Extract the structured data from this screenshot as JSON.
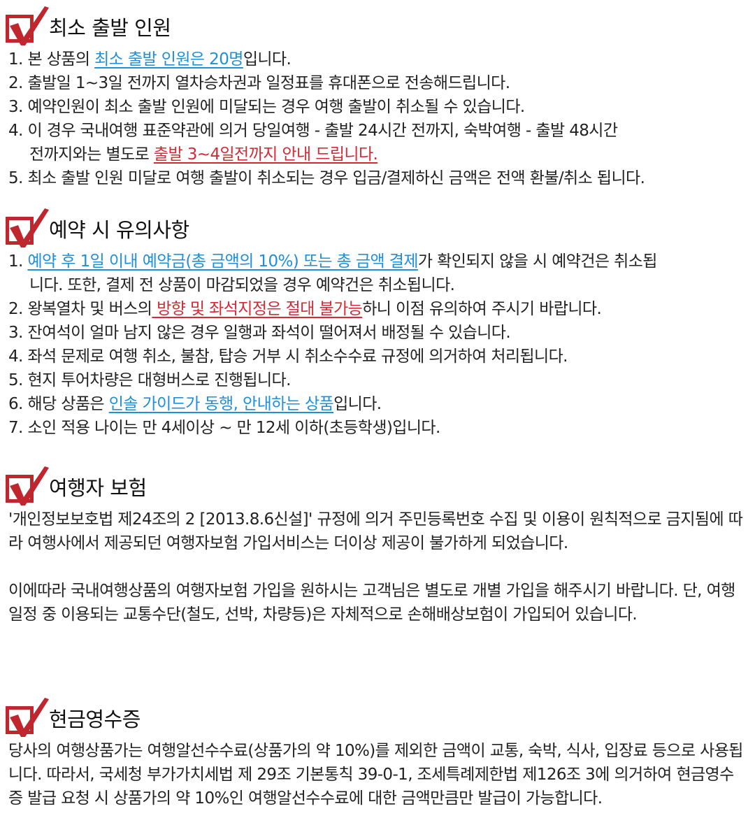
{
  "colors": {
    "accent_red": "#c0262e",
    "link_blue": "#1e8fd8",
    "highlight_red": "#d42a36"
  },
  "sections": [
    {
      "title": "최소 출발 인원",
      "icon": "checkbox-icon",
      "lines": [
        [
          {
            "t": "1. 본 상품의 "
          },
          {
            "t": "최소 출발 인원은 20명",
            "s": "blue"
          },
          {
            "t": "입니다."
          }
        ],
        [
          {
            "t": "2. 출발일 1~3일 전까지 열차승차권과 일정표를 휴대폰으로 전송해드립니다."
          }
        ],
        [
          {
            "t": "3. 예약인원이 최소 출발 인원에 미달되는 경우 여행 출발이 취소될 수 있습니다."
          }
        ],
        [
          {
            "t": "4. 이 경우 국내여행 표준약관에 의거 당일여행 - 출발 24시간 전까지, 숙박여행 - 출발 48시간"
          }
        ],
        [
          {
            "t": "전까지와는 별도로 ",
            "cont": true
          },
          {
            "t": "출발 3~4일전까지 안내 드립니다.",
            "s": "red"
          }
        ],
        [
          {
            "t": "5. 최소 출발 인원 미달로 여행 출발이 취소되는 경우 입금/결제하신 금액은 전액 환불/취소 됩니다."
          }
        ]
      ]
    },
    {
      "title": "예약 시 유의사항",
      "icon": "checkbox-icon",
      "lines": [
        [
          {
            "t": "1. "
          },
          {
            "t": "예약 후 1일 이내 예약금(총 금액의 10%) 또는 총 금액 결제",
            "s": "blue"
          },
          {
            "t": "가 확인되지 않을 시 예약건은 취소됩"
          }
        ],
        [
          {
            "t": "니다. 또한, 결제 전 상품이 마감되었을 경우 예약건은 취소됩니다.",
            "cont": true
          }
        ],
        [
          {
            "t": "2. 왕복열차 및 버스의"
          },
          {
            "t": " 방향 및 좌석지정은 절대 불가능",
            "s": "red"
          },
          {
            "t": "하니 이점 유의하여 주시기 바랍니다."
          }
        ],
        [
          {
            "t": "3. 잔여석이 얼마 남지 않은 경우 일행과 좌석이 떨어져서 배정될 수 있습니다."
          }
        ],
        [
          {
            "t": "4. 좌석 문제로 여행 취소, 불참, 탑승 거부 시 취소수수료 규정에 의거하여 처리됩니다."
          }
        ],
        [
          {
            "t": "5. 현지 투어차량은 대형버스로 진행됩니다."
          }
        ],
        [
          {
            "t": "6. 해당 상품은 "
          },
          {
            "t": "인솔 가이드가 동행, 안내하는 상품",
            "s": "blue"
          },
          {
            "t": "입니다."
          }
        ],
        [
          {
            "t": "7. 소인 적용 나이는 만 4세이상 ~ 만 12세 이하(초등학생)입니다."
          }
        ]
      ]
    },
    {
      "title": "여행자 보험",
      "icon": "checkbox-icon",
      "paragraphs": [
        "'개인정보보호법 제24조의 2 [2013.8.6신설]' 규정에 의거 주민등록번호 수집 및 이용이 원칙적으로 금지됨에 따라 여행사에서 제공되던 여행자보험 가입서비스는 더이상 제공이 불가하게 되었습니다.",
        "이에따라 국내여행상품의 여행자보험 가입을 원하시는 고객님은 별도로 개별 가입을 해주시기 바랍니다. 단, 여행 일정 중 이용되는 교통수단(철도, 선박, 차량등)은 자체적으로 손해배상보험이 가입되어 있습니다."
      ]
    },
    {
      "title": "현금영수증",
      "icon": "checkbox-icon",
      "paragraphs": [
        "당사의 여행상품가는 여행알선수수료(상품가의 약 10%)를 제외한 금액이 교통, 숙박, 식사, 입장료 등으로 사용됩니다. 따라서, 국세청 부가가치세법 제 29조 기본통칙 39-0-1, 조세특례제한법 제126조 3에 의거하여 현금영수증 발급 요청 시 상품가의 약 10%인 여행알선수수료에 대한 금액만큼만 발급이 가능합니다."
      ]
    }
  ]
}
